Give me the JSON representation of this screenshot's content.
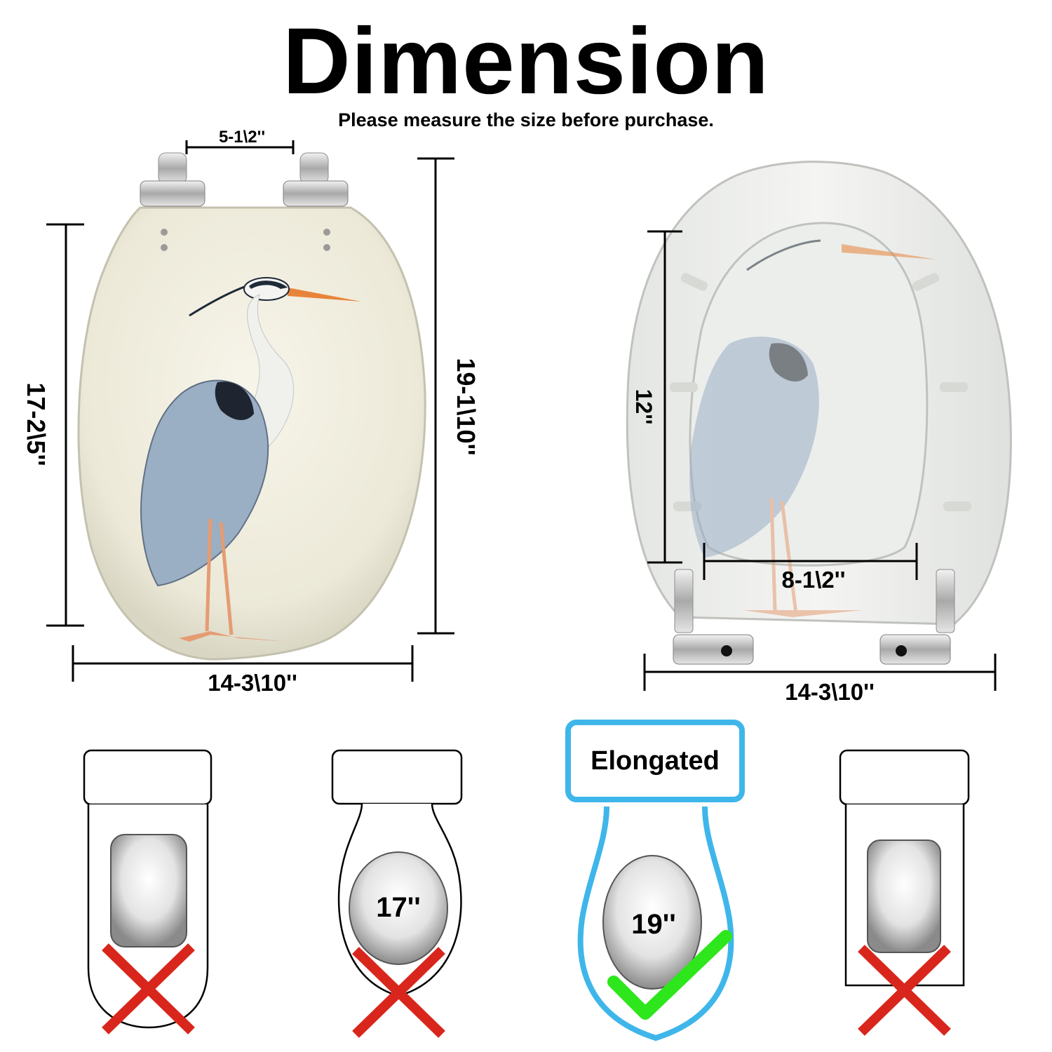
{
  "header": {
    "title": "Dimension",
    "subtitle": "Please measure the size before purchase."
  },
  "front_view": {
    "hinge_spacing": "5-1\\2''",
    "inner_length": "17-2\\5''",
    "total_length": "19-1\\10''",
    "width": "14-3\\10''"
  },
  "back_view": {
    "inner_length": "12''",
    "inner_width": "8-1\\2''",
    "width": "14-3\\10''"
  },
  "shape_guide": {
    "items": [
      {
        "shape": "square",
        "size_label": "",
        "fits": false
      },
      {
        "shape": "round",
        "size_label": "17''",
        "fits": false
      },
      {
        "shape": "elongated",
        "name": "Elongated",
        "size_label": "19''",
        "fits": true
      },
      {
        "shape": "square",
        "size_label": "",
        "fits": false
      }
    ]
  },
  "colors": {
    "accent": "#3fb6ea",
    "cross": "#d9261c",
    "check": "#2ee61c",
    "seat_cream": "#f1efe2",
    "heron_blue": "#9aaec4"
  }
}
